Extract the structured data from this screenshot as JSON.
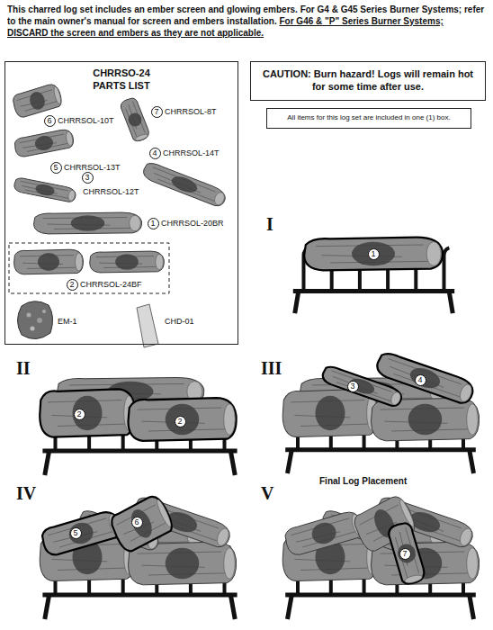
{
  "diagram": {
    "nodes": [
      {
        "text": [
          "CHRRSO-24 PARTS LIST"
        ]
      },
      {
        "text": [
          "CAUTION: Burn hazard! Logs will remain hot for some time after use."
        ]
      },
      {
        "text": [
          "All items for this log set are included in one (1) box."
        ]
      }
    ],
    "labels": [
      "This charred log set includes an ember screen and glowing embers. For G4 & G45 Series Burner Systems; refer to the main owner's manual for screen and embers installation.",
      "For G46 & \"P\" Series Burner Systems; DISCARD the screen and embers as they are not applicable.",
      "6",
      "CHRRSOL-10T",
      "7",
      "CHRRSOL-8T",
      "5",
      "CHRRSOL-13T",
      "4",
      "CHRRSOL-14T",
      "3",
      "CHRRSOL-12T",
      "1",
      "CHRRSOL-20BR",
      "2",
      "CHRRSOL-24BF",
      "EM-1",
      "CHD-01",
      "I",
      "1",
      "II",
      "2",
      "2",
      "III",
      "3",
      "4",
      "IV",
      "5",
      "6",
      "V",
      "Final Log Placement",
      "7"
    ]
  }
}
